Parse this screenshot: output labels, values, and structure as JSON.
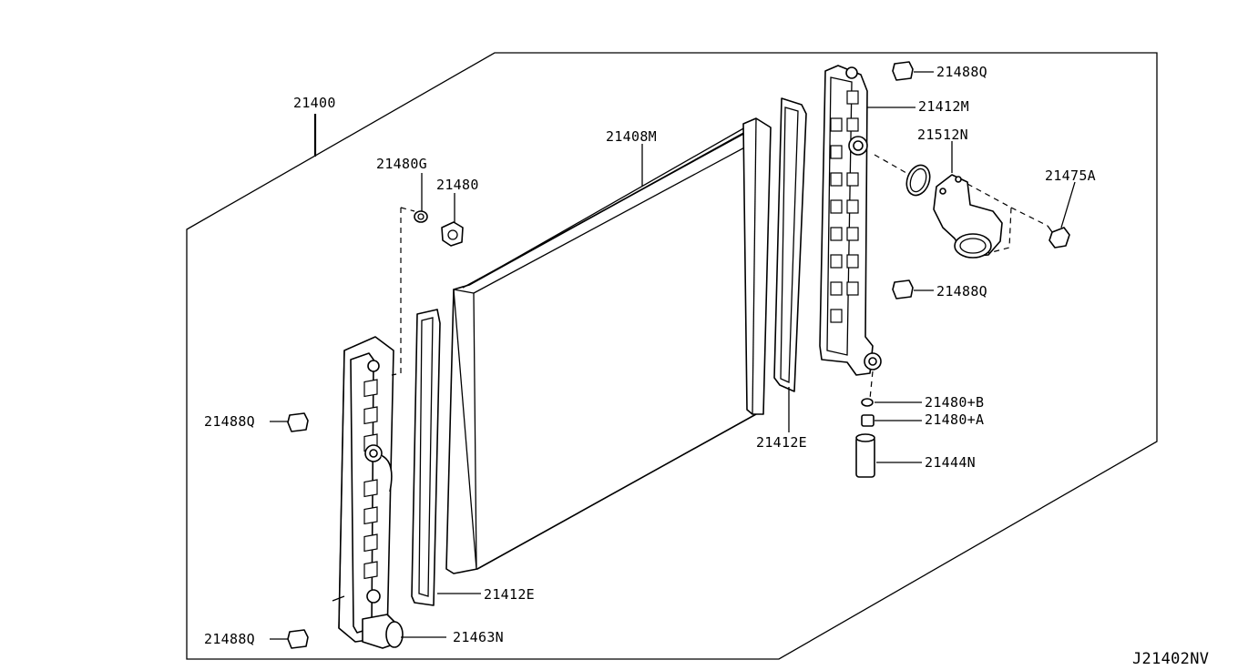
{
  "diagram_id": "J21402NV",
  "parts": {
    "assembly": "21400",
    "core": "21408M",
    "drain_plug_seal": "21480G",
    "drain_plug": "21480",
    "tank_right": "21412M",
    "filler_neck": "21512N",
    "bolt": "21475A",
    "mount_top_right": "21488Q",
    "mount_mid_right": "21488Q",
    "mount_left_upper": "21488Q",
    "mount_left_lower": "21488Q",
    "seal_right": "21412E",
    "seal_left": "21412E",
    "cock_washer": "21480+B",
    "cock": "21480+A",
    "sensor": "21444N",
    "inlet_pipe": "21463N"
  }
}
